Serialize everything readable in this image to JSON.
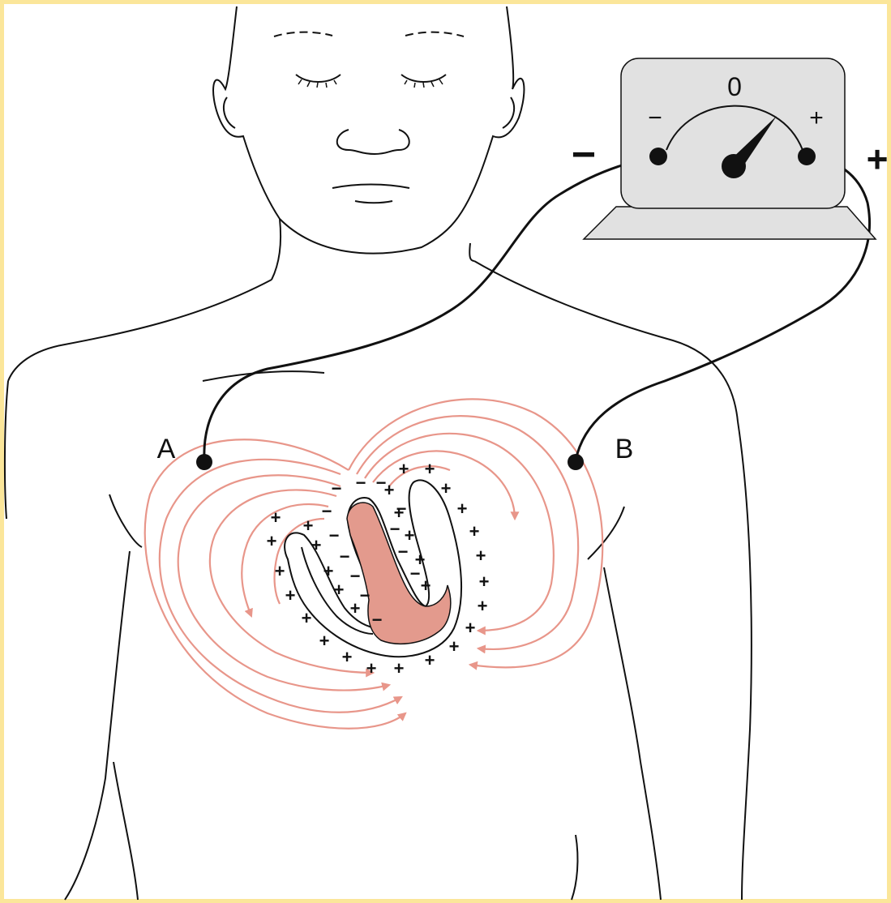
{
  "meter": {
    "zero_label": "0",
    "scale_minus": "−",
    "scale_plus": "+",
    "terminal_minus": "−",
    "terminal_plus": "+"
  },
  "electrodes": {
    "a_label": "A",
    "b_label": "B"
  },
  "charges": {
    "positive": "+",
    "negative": "−"
  },
  "colors": {
    "frame": "#fbe69a",
    "line": "#111111",
    "field": "#e8968a",
    "heart_fill": "#e39a8d",
    "meter_body": "#e1e1e1"
  }
}
